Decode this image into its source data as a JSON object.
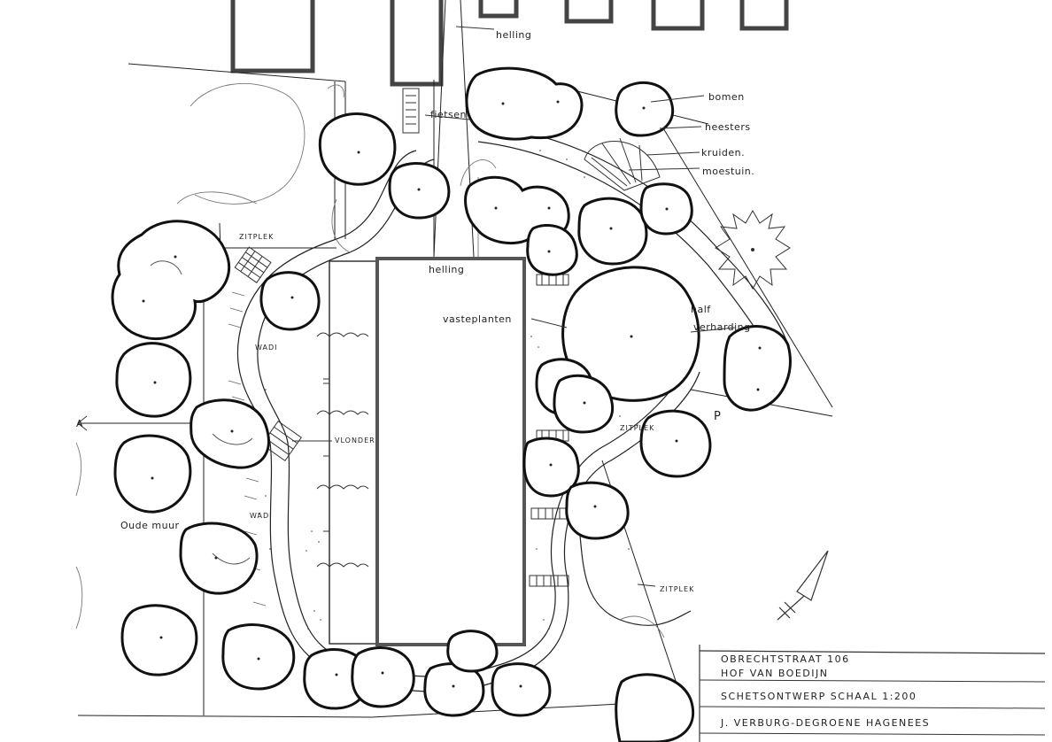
{
  "labels": {
    "helling_top": "helling",
    "bomen": "bomen",
    "heesters": "heesters",
    "kruiden": "kruiden.",
    "moestuin": "moestuin.",
    "fietsen": "fietsen",
    "zitplek_nw": "ZITPLEK",
    "helling_mid": "helling",
    "vasteplanten": "vasteplanten",
    "half_verharding": "half\nverharding",
    "half_line1": "half",
    "half_line2": "verharding",
    "p": "P",
    "zitplek_e": "ZITPLEK",
    "vlonder": "VLONDER",
    "wadi_top": "WADI",
    "wadi_bottom": "WADI",
    "oude_muur": "Oude muur",
    "zitplek_se": "ZITPLEK",
    "a_marker": "A"
  },
  "title_block": {
    "address": "OBRECHTSTRAAT 106",
    "name": "HOF VAN BOEDIJN",
    "design": "SCHETSONTWERP  SCHAAL 1:200",
    "author": "J. VERBURG-DEGROENE HAGENEES"
  }
}
